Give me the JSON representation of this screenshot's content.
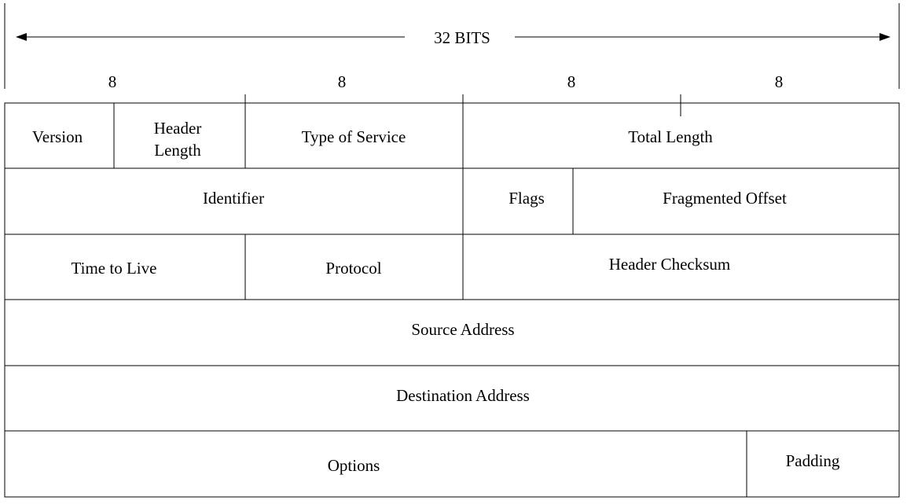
{
  "width_label": "32 BITS",
  "octet_labels": [
    "8",
    "8",
    "8",
    "8"
  ],
  "fields": {
    "version": "Version",
    "header_length_line1": "Header",
    "header_length_line2": "Length",
    "type_of_service": "Type of Service",
    "total_length": "Total Length",
    "identifier": "Identifier",
    "flags": "Flags",
    "fragmented_offset": "Fragmented Offset",
    "time_to_live": "Time to Live",
    "protocol": "Protocol",
    "header_checksum": "Header Checksum",
    "source_address": "Source Address",
    "destination_address": "Destination Address",
    "options": "Options",
    "padding": "Padding"
  }
}
